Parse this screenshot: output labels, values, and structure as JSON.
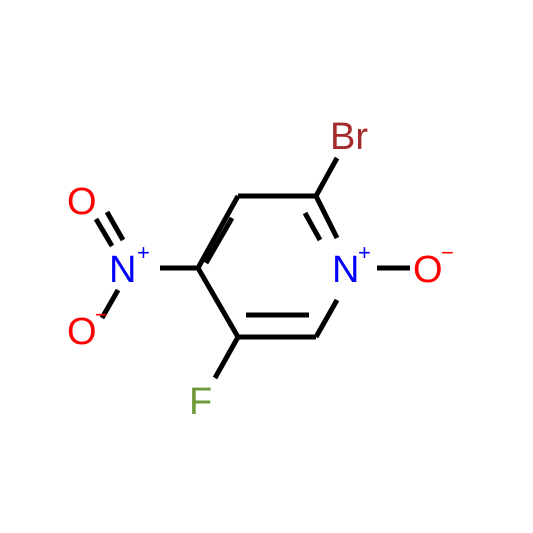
{
  "atoms": {
    "bromine": {
      "label": "Br",
      "color": "#A52A2A"
    },
    "ring_nitrogen": {
      "label": "N",
      "charge": "+",
      "color": "#0000FF"
    },
    "n_oxide_oxygen": {
      "label": "O",
      "charge": "−",
      "color": "#FF0000"
    },
    "nitro_nitrogen": {
      "label": "N",
      "charge": "+",
      "color": "#0000FF"
    },
    "nitro_oxygen_double": {
      "label": "O",
      "color": "#FF0000"
    },
    "nitro_oxygen_single": {
      "label": "O",
      "charge": "−",
      "color": "#FF0000"
    },
    "fluorine": {
      "label": "F",
      "color": "#6E9A3A"
    }
  },
  "bond_color": "#000000"
}
